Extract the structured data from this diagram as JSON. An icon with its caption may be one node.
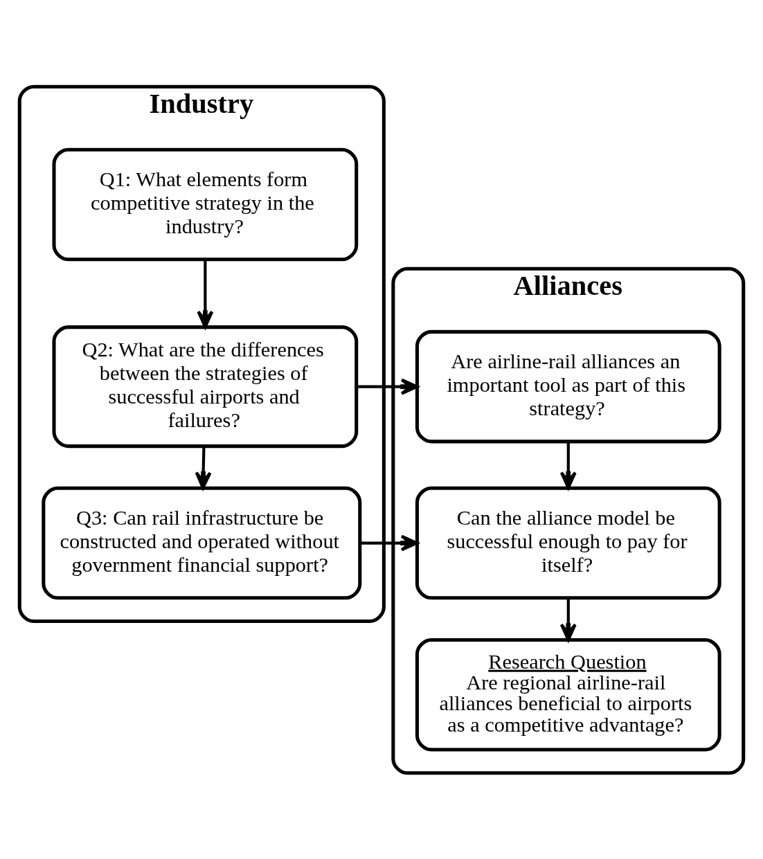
{
  "diagram": {
    "nodes": [
      {
        "text": [
          "Industry"
        ]
      },
      {
        "text": [
          "Q1: What elements form competitive strategy in the industry?"
        ],
        "in": 0
      },
      {
        "text": [
          "Q2: What are the differences between the strategies of successful airports and failures?"
        ],
        "in": 0
      },
      {
        "text": [
          "Q3: Can rail infrastructure be constructed and operated without government financial support?"
        ],
        "in": 0
      },
      {
        "text": [
          "Alliances"
        ]
      },
      {
        "text": [
          "Are airline-rail alliances an important tool as part of this strategy?"
        ],
        "in": 4
      },
      {
        "text": [
          "Can the alliance model be successful enough to pay for itself?"
        ],
        "in": 4
      },
      {
        "text": [
          "Research Question",
          "Are regional airline-rail alliances beneficial to airports as a competitive advantage?"
        ],
        "in": 4
      }
    ],
    "edges": [
      {
        "from": 1,
        "to": 2,
        "arrow": "to"
      },
      {
        "from": 2,
        "to": 3,
        "arrow": "to"
      },
      {
        "from": 2,
        "to": 5,
        "arrow": "to"
      },
      {
        "from": 5,
        "to": 6,
        "arrow": "to"
      },
      {
        "from": 3,
        "to": 6,
        "arrow": "to"
      },
      {
        "from": 6,
        "to": 7,
        "arrow": "to"
      }
    ]
  }
}
